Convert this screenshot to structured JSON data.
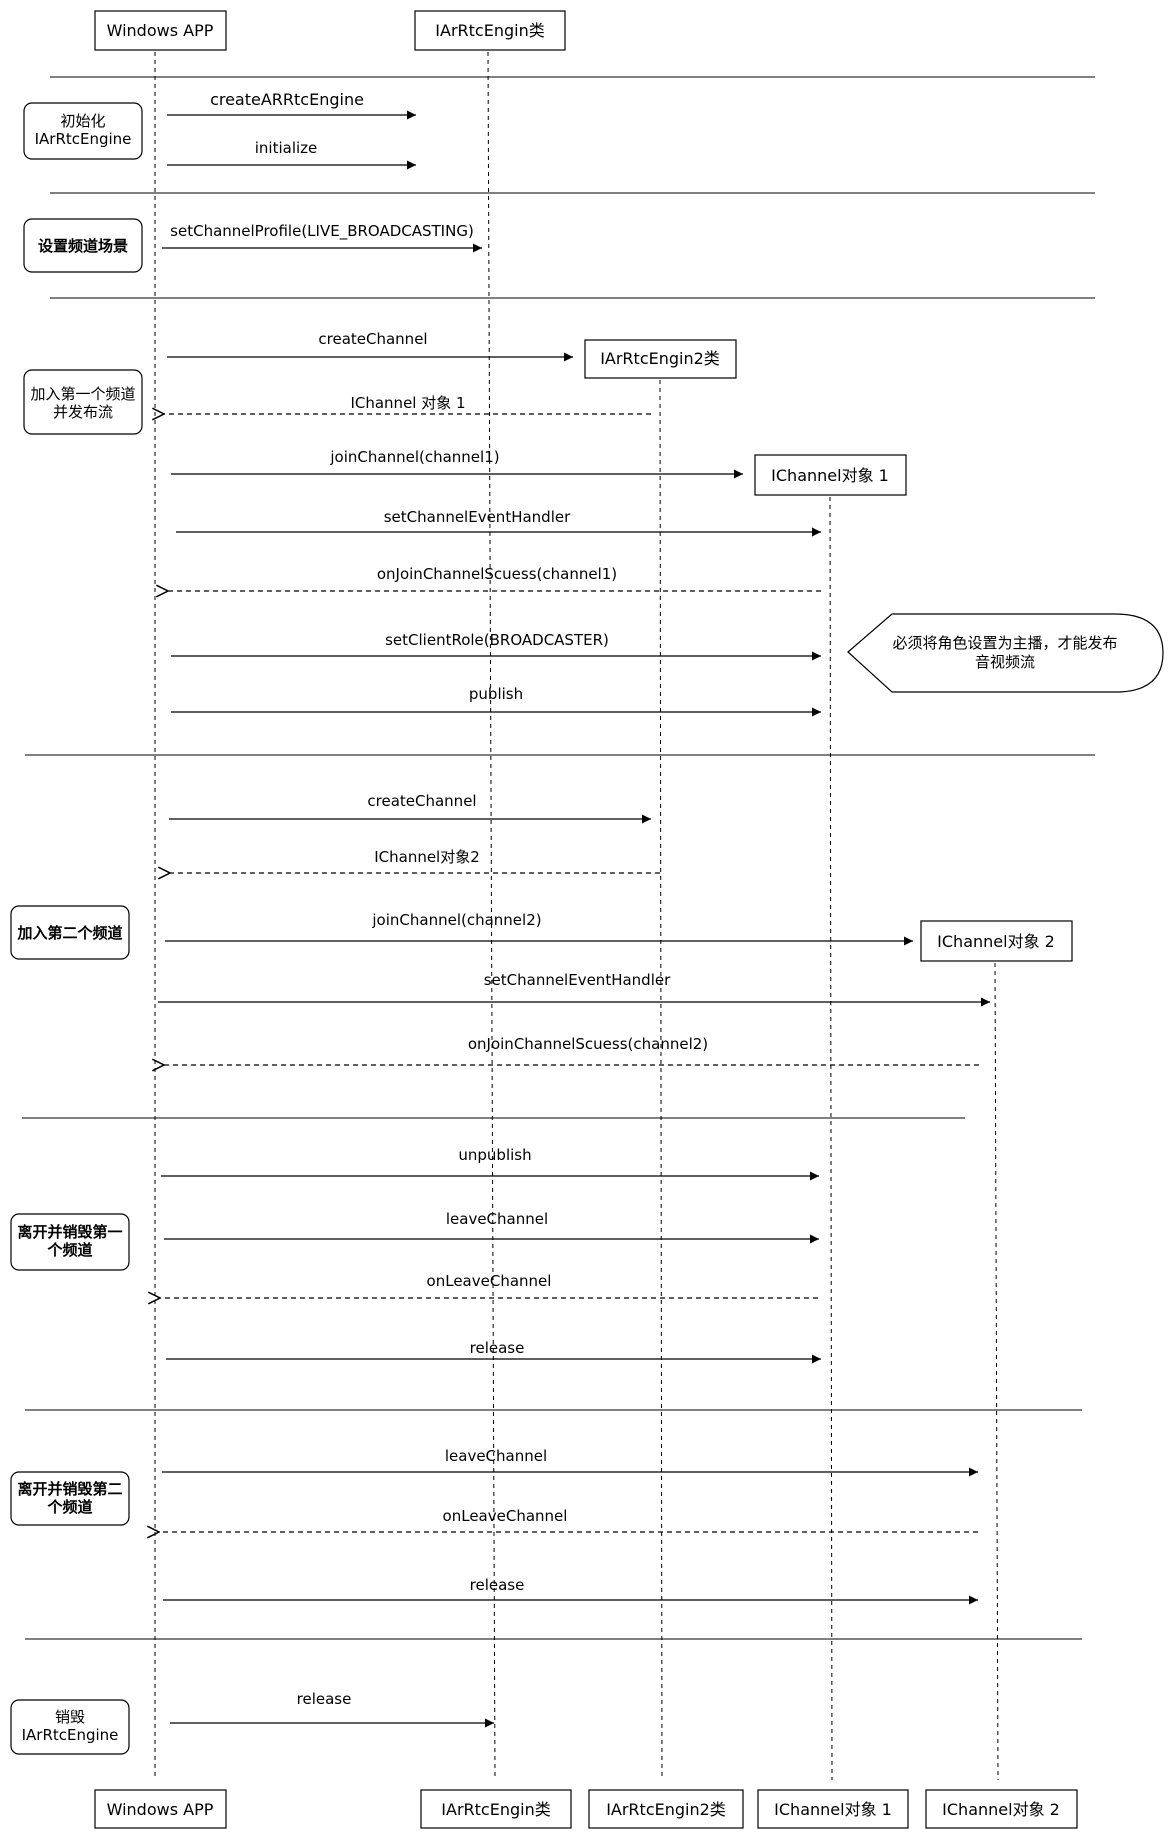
{
  "participants": {
    "app": "Windows APP",
    "engine": "IArRtcEngin类",
    "engine2": "IArRtcEngin2类",
    "channel1": "IChannel对象 1",
    "channel2": "IChannel对象 2"
  },
  "sections": {
    "init": "初始化\nIArRtcEngine",
    "profile": "设置频道场景",
    "join1": "加入第一个频道\n并发布流",
    "join2": "加入第二个频道",
    "leave1": "离开并销毁第一\n个频道",
    "leave2": "离开并销毁第二\n个频道",
    "destroy": "销毁\nIArRtcEngine"
  },
  "messages": {
    "m1": "createARRtcEngine",
    "m2": "initialize",
    "m3": "setChannelProfile(LIVE_BROADCASTING)",
    "m4": "createChannel",
    "m5": "IChannel 对象 1",
    "m6": "joinChannel(channel1)",
    "m7": "setChannelEventHandler",
    "m8": "onJoinChannelScuess(channel1)",
    "m9": "setClientRole(BROADCASTER)",
    "m10": "publish",
    "m11": "createChannel",
    "m12": "IChannel对象2",
    "m13": "joinChannel(channel2)",
    "m14": "setChannelEventHandler",
    "m15": "onJoinChannelScuess(channel2)",
    "m16": "unpublish",
    "m17": "leaveChannel",
    "m18": "onLeaveChannel",
    "m19": "release",
    "m20": "leaveChannel",
    "m21": "onLeaveChannel",
    "m22": "release",
    "m23": "release"
  },
  "note": "必须将角色设置为主播，才能发布\n音视频流"
}
